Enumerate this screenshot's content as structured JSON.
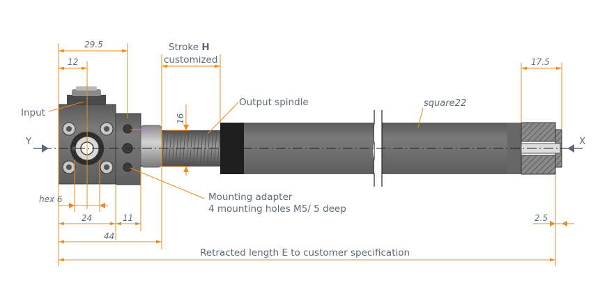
{
  "dimensions": {
    "d_29_5": "29.5",
    "d_12": "12",
    "d_16": "16",
    "d_17_5": "17.5",
    "d_hex6": "hex 6",
    "d_24": "24",
    "d_11": "11",
    "d_44": "44",
    "d_2_5": "2.5"
  },
  "labels": {
    "stroke_prefix": "Stroke ",
    "stroke_bold": "H",
    "customized": "customized",
    "input": "Input",
    "output_spindle": "Output spindle",
    "square": "square22",
    "mounting_adapter_line1": "Mounting adapter",
    "mounting_adapter_line2": "4 mounting holes M5/ 5 deep",
    "retracted_length": "Retracted length E to customer specification",
    "axis_y": "Y",
    "axis_x": "X"
  },
  "colors": {
    "dimension_lines": "#ee8a1e",
    "text": "#5d6b78",
    "body_gray": "#6e6e6e",
    "dark_gray": "#3d3d3d",
    "black": "#1e1e1e",
    "hatch": "#4a4a4a"
  }
}
